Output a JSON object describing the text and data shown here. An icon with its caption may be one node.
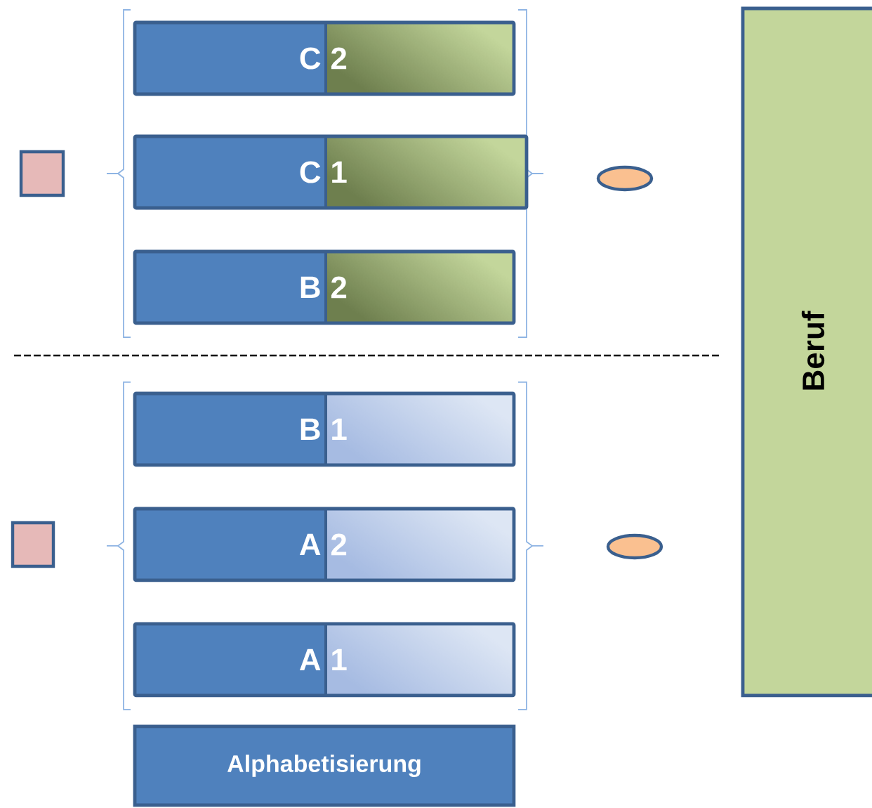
{
  "diagram": {
    "nodes": [
      {
        "text": [],
        "shape": "box"
      },
      {
        "text": [
          "C",
          "2"
        ]
      },
      {
        "text": [
          "C",
          "1"
        ]
      },
      {
        "text": [
          "B",
          "2"
        ]
      },
      {
        "text": [],
        "shape": "ellipse"
      },
      {
        "text": [],
        "shape": "box"
      },
      {
        "text": [
          "B",
          "1"
        ]
      },
      {
        "text": [
          "A",
          "2"
        ]
      },
      {
        "text": [
          "A",
          "1"
        ]
      },
      {
        "text": [],
        "shape": "ellipse"
      },
      {
        "text": [
          "Alphabetisierung"
        ]
      },
      {
        "text": [
          "Beruf"
        ]
      }
    ]
  }
}
